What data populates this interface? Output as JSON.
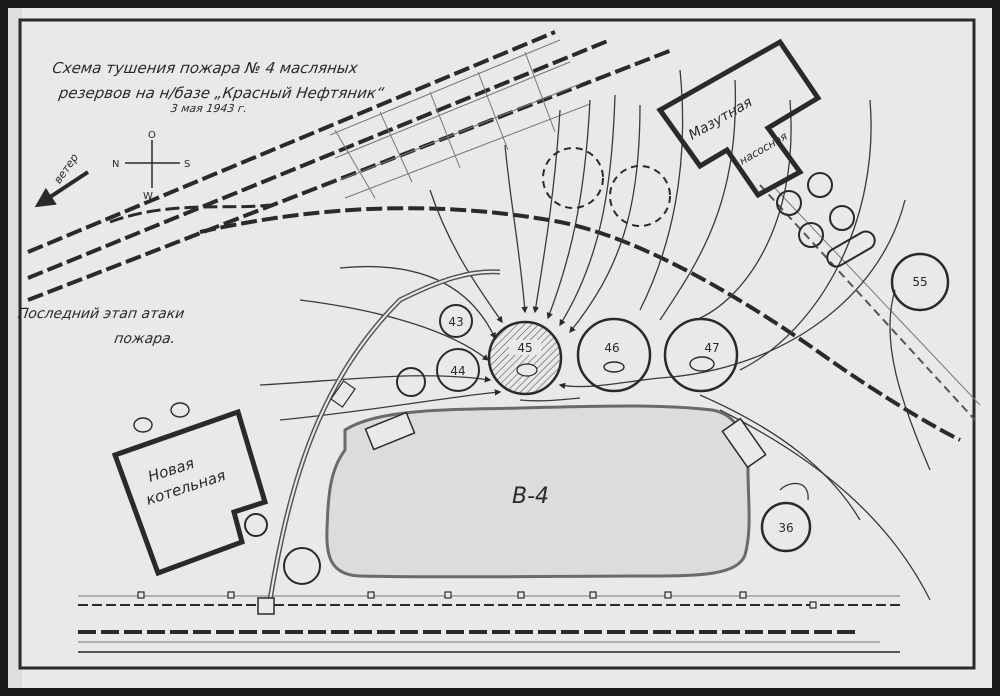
{
  "title": {
    "line1": "Схема тушения пожара № 4 масляных",
    "line2": "резервов на н/базе „Красный Нефтяник“",
    "date": "3 мая 1943 г."
  },
  "compass": {
    "wind": "ветер",
    "north": "N",
    "south": "S",
    "west": "W",
    "east": "O"
  },
  "stage_caption": {
    "line1": "Последний этап атаки",
    "line2": "пожара."
  },
  "buildings": {
    "mazut_line1": "Мазутная",
    "mazut_line2": "насосная",
    "boiler_line1": "Новая",
    "boiler_line2": "котельная"
  },
  "reservoir": "В-4",
  "tanks": [
    {
      "label": "43"
    },
    {
      "label": "44"
    },
    {
      "label": "45"
    },
    {
      "label": "46"
    },
    {
      "label": "47"
    },
    {
      "label": "55"
    },
    {
      "label": "36"
    }
  ],
  "colors": {
    "paper": "#e9e9e7",
    "ink": "#2a2a2a",
    "pencil": "#6a6a6a",
    "frame": "#1b1b1b"
  }
}
